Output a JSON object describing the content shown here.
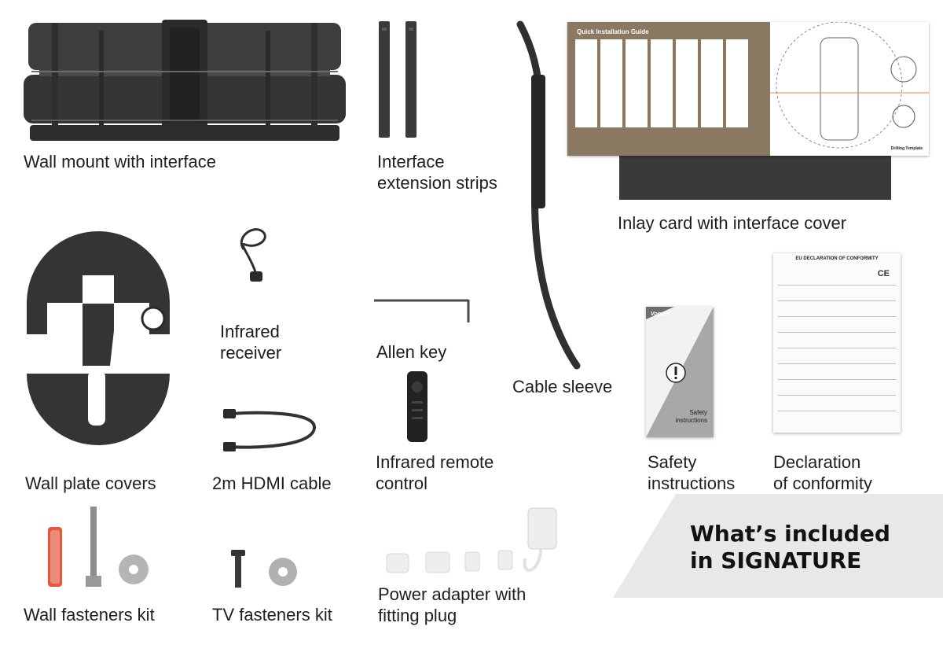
{
  "items": {
    "wall_mount": "Wall mount with interface",
    "extension_strips": "Interface\nextension strips",
    "inlay_card": "Inlay card with interface cover",
    "wall_plate_covers": "Wall plate covers",
    "infrared_receiver": "Infrared\nreceiver",
    "allen_key": "Allen key",
    "cable_sleeve": "Cable sleeve",
    "hdmi_cable": "2m HDMI cable",
    "remote_control": "Infrared remote\ncontrol",
    "safety_instructions": "Safety\ninstructions",
    "declaration": "Declaration\nof conformity",
    "wall_fasteners": "Wall fasteners kit",
    "tv_fasteners": "TV fasteners kit",
    "power_adapter": "Power adapter with\nfitting plug"
  },
  "banner": {
    "title": "What’s included\nin SIGNATURE"
  },
  "printed": {
    "guide_title": "Quick Installation Guide",
    "drilling_template": "Drilling Template",
    "decl_title": "EU DECLARATION OF CONFORMITY",
    "ce_mark": "CE",
    "safety_text": "Safety\ninstructions",
    "brand": "Vogel's"
  },
  "colors": {
    "product_dark": "#3a3a3a",
    "guide_brown": "#8a7863",
    "banner_grey": "#e7e8e9",
    "plug_orange": "#e8553b"
  }
}
